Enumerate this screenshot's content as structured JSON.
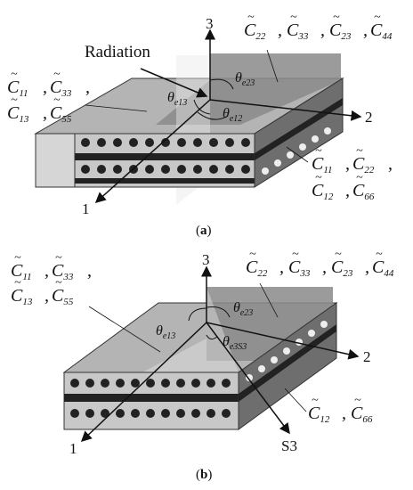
{
  "panel_a": {
    "caption_letter": "a",
    "radiation_label": "Radiation",
    "axis_3": "3",
    "axis_2": "2",
    "axis_1": "1",
    "left_c1": "C",
    "left_s1": "11",
    "left_c2": "C",
    "left_s2": "33",
    "left_c3": "C",
    "left_s3": "13",
    "left_c4": "C",
    "left_s4": "55",
    "top_c1": "C",
    "top_s1": "22",
    "top_c2": "C",
    "top_s2": "33",
    "top_c3": "C",
    "top_s3": "23",
    "top_c4": "C",
    "top_s4": "44",
    "right_c1": "C",
    "right_s1": "11",
    "right_c2": "C",
    "right_s2": "22",
    "right_c3": "C",
    "right_s3": "12",
    "right_c4": "C",
    "right_s4": "66",
    "theta_e13": "θ",
    "theta_e13_sub": "e13",
    "theta_e23": "θ",
    "theta_e23_sub": "e23",
    "theta_e12": "θ",
    "theta_e12_sub": "e12"
  },
  "panel_b": {
    "caption_letter": "b",
    "axis_3": "3",
    "axis_2": "2",
    "axis_1": "1",
    "axis_s3": "S3",
    "left_c1": "C",
    "left_s1": "11",
    "left_c2": "C",
    "left_s2": "33",
    "left_c3": "C",
    "left_s3": "13",
    "left_c4": "C",
    "left_s4": "55",
    "top_c1": "C",
    "top_s1": "22",
    "top_c2": "C",
    "top_s2": "33",
    "top_c3": "C",
    "top_s3": "23",
    "top_c4": "C",
    "top_s4": "44",
    "right_c1": "C",
    "right_s1": "12",
    "right_c2": "C",
    "right_s2": "66",
    "theta_e13": "θ",
    "theta_e13_sub": "e13",
    "theta_e23": "θ",
    "theta_e23_sub": "e23",
    "theta_e3s3": "θ",
    "theta_e3s3_sub": "e3S3"
  },
  "colors": {
    "laminate_light": "#c8c8c8",
    "laminate_mid": "#9a9a9a",
    "laminate_dark": "#555555",
    "fiber": "#222222"
  }
}
